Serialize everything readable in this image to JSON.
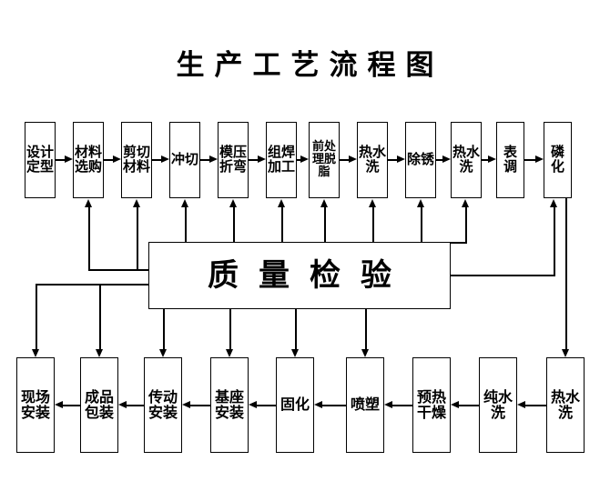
{
  "title": "生产工艺流程图",
  "colors": {
    "background": "#ffffff",
    "stroke": "#000000",
    "text": "#000000",
    "node_fill": "#ffffff"
  },
  "chart_data": {
    "type": "diagram",
    "title": "生产工艺流程图",
    "diagram_kind": "flowchart",
    "rows": 3,
    "top_row_direction": "left-to-right",
    "bottom_row_direction": "right-to-left",
    "nodes": {
      "top": [
        "设计定型",
        "材料选购",
        "剪切材料",
        "冲切",
        "模压折弯",
        "组焊加工",
        "前处理脱脂",
        "热水洗",
        "除锈",
        "热水洗",
        "表调",
        "磷化"
      ],
      "center": "质量检验",
      "bottom": [
        "现场安装",
        "成品包装",
        "传动安装",
        "基座安装",
        "固化",
        "喷塑",
        "预热干燥",
        "纯水洗",
        "热水洗"
      ]
    },
    "edges": [
      {
        "from": "设计定型",
        "to": "材料选购",
        "dir": "right"
      },
      {
        "from": "材料选购",
        "to": "剪切材料",
        "dir": "right"
      },
      {
        "from": "剪切材料",
        "to": "冲切",
        "dir": "right"
      },
      {
        "from": "冲切",
        "to": "模压折弯",
        "dir": "right"
      },
      {
        "from": "模压折弯",
        "to": "组焊加工",
        "dir": "right"
      },
      {
        "from": "组焊加工",
        "to": "前处理脱脂",
        "dir": "right"
      },
      {
        "from": "前处理脱脂",
        "to": "热水洗",
        "dir": "right"
      },
      {
        "from": "热水洗",
        "to": "除锈",
        "dir": "right"
      },
      {
        "from": "除锈",
        "to": "热水洗",
        "dir": "right"
      },
      {
        "from": "热水洗",
        "to": "表调",
        "dir": "right"
      },
      {
        "from": "表调",
        "to": "磷化",
        "dir": "right"
      },
      {
        "from": "磷化",
        "to": "热水洗",
        "dir": "down-right-wrap"
      },
      {
        "from": "热水洗",
        "to": "纯水洗",
        "dir": "left"
      },
      {
        "from": "纯水洗",
        "to": "预热干燥",
        "dir": "left"
      },
      {
        "from": "预热干燥",
        "to": "喷塑",
        "dir": "left"
      },
      {
        "from": "喷塑",
        "to": "固化",
        "dir": "left"
      },
      {
        "from": "固化",
        "to": "基座安装",
        "dir": "left"
      },
      {
        "from": "基座安装",
        "to": "传动安装",
        "dir": "left"
      },
      {
        "from": "传动安装",
        "to": "成品包装",
        "dir": "left"
      },
      {
        "from": "成品包装",
        "to": "现场安装",
        "dir": "left"
      },
      {
        "from": "质量检验",
        "to": "材料选购",
        "dir": "up"
      },
      {
        "from": "质量检验",
        "to": "剪切材料",
        "dir": "up"
      },
      {
        "from": "质量检验",
        "to": "冲切",
        "dir": "up"
      },
      {
        "from": "质量检验",
        "to": "模压折弯",
        "dir": "up"
      },
      {
        "from": "质量检验",
        "to": "组焊加工",
        "dir": "up"
      },
      {
        "from": "质量检验",
        "to": "前处理脱脂",
        "dir": "up"
      },
      {
        "from": "质量检验",
        "to": "热水洗",
        "dir": "up"
      },
      {
        "from": "质量检验",
        "to": "除锈",
        "dir": "up"
      },
      {
        "from": "质量检验",
        "to": "热水洗",
        "dir": "up"
      },
      {
        "from": "质量检验",
        "to": "磷化",
        "dir": "up"
      },
      {
        "from": "质量检验",
        "to": "现场安装",
        "dir": "down"
      },
      {
        "from": "质量检验",
        "to": "成品包装",
        "dir": "down"
      },
      {
        "from": "质量检验",
        "to": "传动安装",
        "dir": "down"
      },
      {
        "from": "质量检验",
        "to": "基座安装",
        "dir": "down"
      },
      {
        "from": "质量检验",
        "to": "固化",
        "dir": "down"
      },
      {
        "from": "质量检验",
        "to": "喷塑",
        "dir": "down"
      }
    ]
  }
}
